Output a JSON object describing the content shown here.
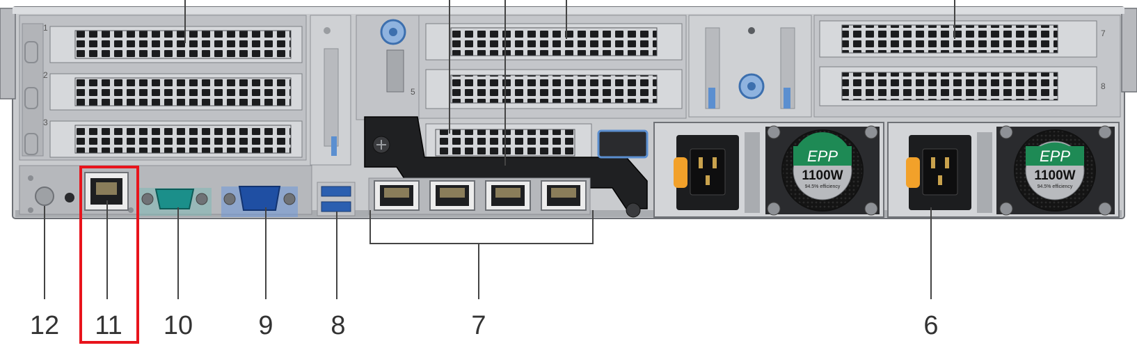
{
  "callouts": [
    {
      "id": "12",
      "label": "12"
    },
    {
      "id": "11",
      "label": "11",
      "highlighted": true
    },
    {
      "id": "10",
      "label": "10"
    },
    {
      "id": "9",
      "label": "9"
    },
    {
      "id": "8",
      "label": "8"
    },
    {
      "id": "7",
      "label": "7"
    },
    {
      "id": "6",
      "label": "6"
    }
  ],
  "slot_numbers": [
    "1",
    "2",
    "3",
    "5",
    "7",
    "8"
  ],
  "psu": [
    {
      "brand": "EPP",
      "wattage": "1100W",
      "efficiency": "94.5% efficiency"
    },
    {
      "brand": "EPP",
      "wattage": "1100W",
      "efficiency": "94.5% efficiency"
    }
  ],
  "colors": {
    "chassis": "#c9cbce",
    "chassis_dark": "#8e9196",
    "highlight": "#e8141c",
    "psu_badge": "#1e8a55",
    "serial_port": "#1b8f8a",
    "vga_port": "#1f4fa3",
    "usb_port": "#2b5fb0",
    "latch_blue": "#5b8fd0"
  },
  "icons": [
    "ethernet-port-icon",
    "serial-port-icon",
    "vga-port-icon",
    "usb-port-icon",
    "power-inlet-icon",
    "fan-icon",
    "screw-icon"
  ]
}
